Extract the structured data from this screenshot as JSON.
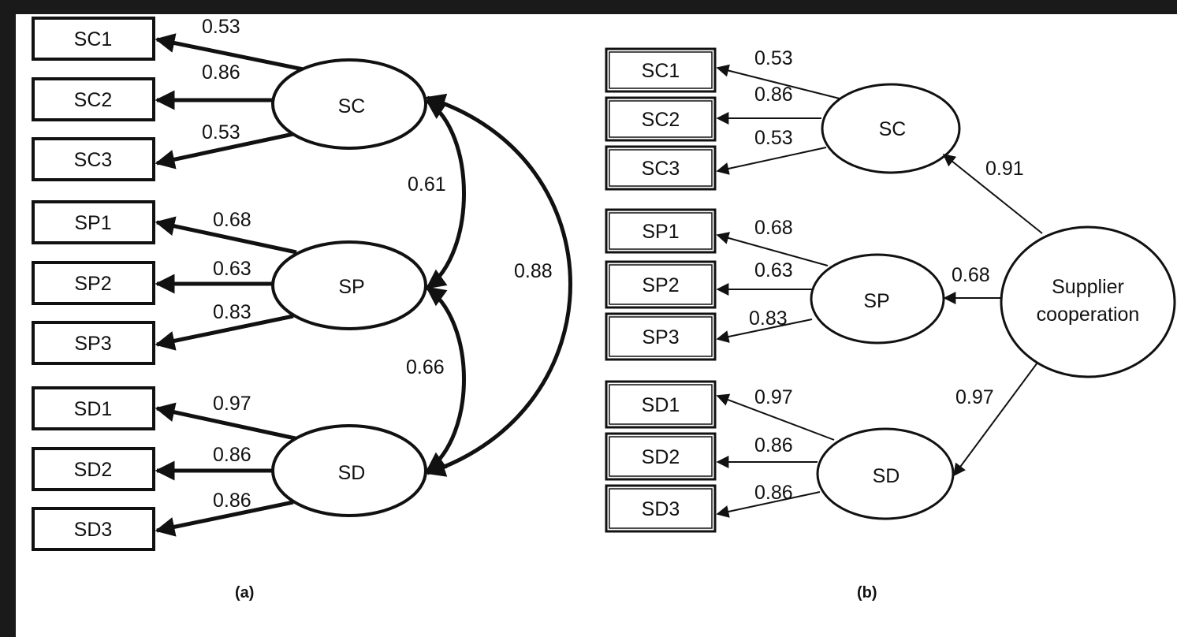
{
  "panel_a": {
    "caption": "(a)",
    "observed": {
      "SC": [
        "SC1",
        "SC2",
        "SC3"
      ],
      "SP": [
        "SP1",
        "SP2",
        "SP3"
      ],
      "SD": [
        "SD1",
        "SD2",
        "SD3"
      ]
    },
    "factors": [
      "SC",
      "SP",
      "SD"
    ],
    "loadings": {
      "SC": [
        "0.53",
        "0.86",
        "0.53"
      ],
      "SP": [
        "0.68",
        "0.63",
        "0.83"
      ],
      "SD": [
        "0.97",
        "0.86",
        "0.86"
      ]
    },
    "correlations": {
      "SC_SP": "0.61",
      "SP_SD": "0.66",
      "SC_SD": "0.88"
    }
  },
  "panel_b": {
    "caption": "(b)",
    "observed": {
      "SC": [
        "SC1",
        "SC2",
        "SC3"
      ],
      "SP": [
        "SP1",
        "SP2",
        "SP3"
      ],
      "SD": [
        "SD1",
        "SD2",
        "SD3"
      ]
    },
    "factors": [
      "SC",
      "SP",
      "SD"
    ],
    "loadings": {
      "SC": [
        "0.53",
        "0.86",
        "0.53"
      ],
      "SP": [
        "0.68",
        "0.63",
        "0.83"
      ],
      "SD": [
        "0.97",
        "0.86",
        "0.86"
      ]
    },
    "second_order": {
      "name_line1": "Supplier",
      "name_line2": "cooperation",
      "paths": {
        "SC": "0.91",
        "SP": "0.68",
        "SD": "0.97"
      }
    }
  }
}
